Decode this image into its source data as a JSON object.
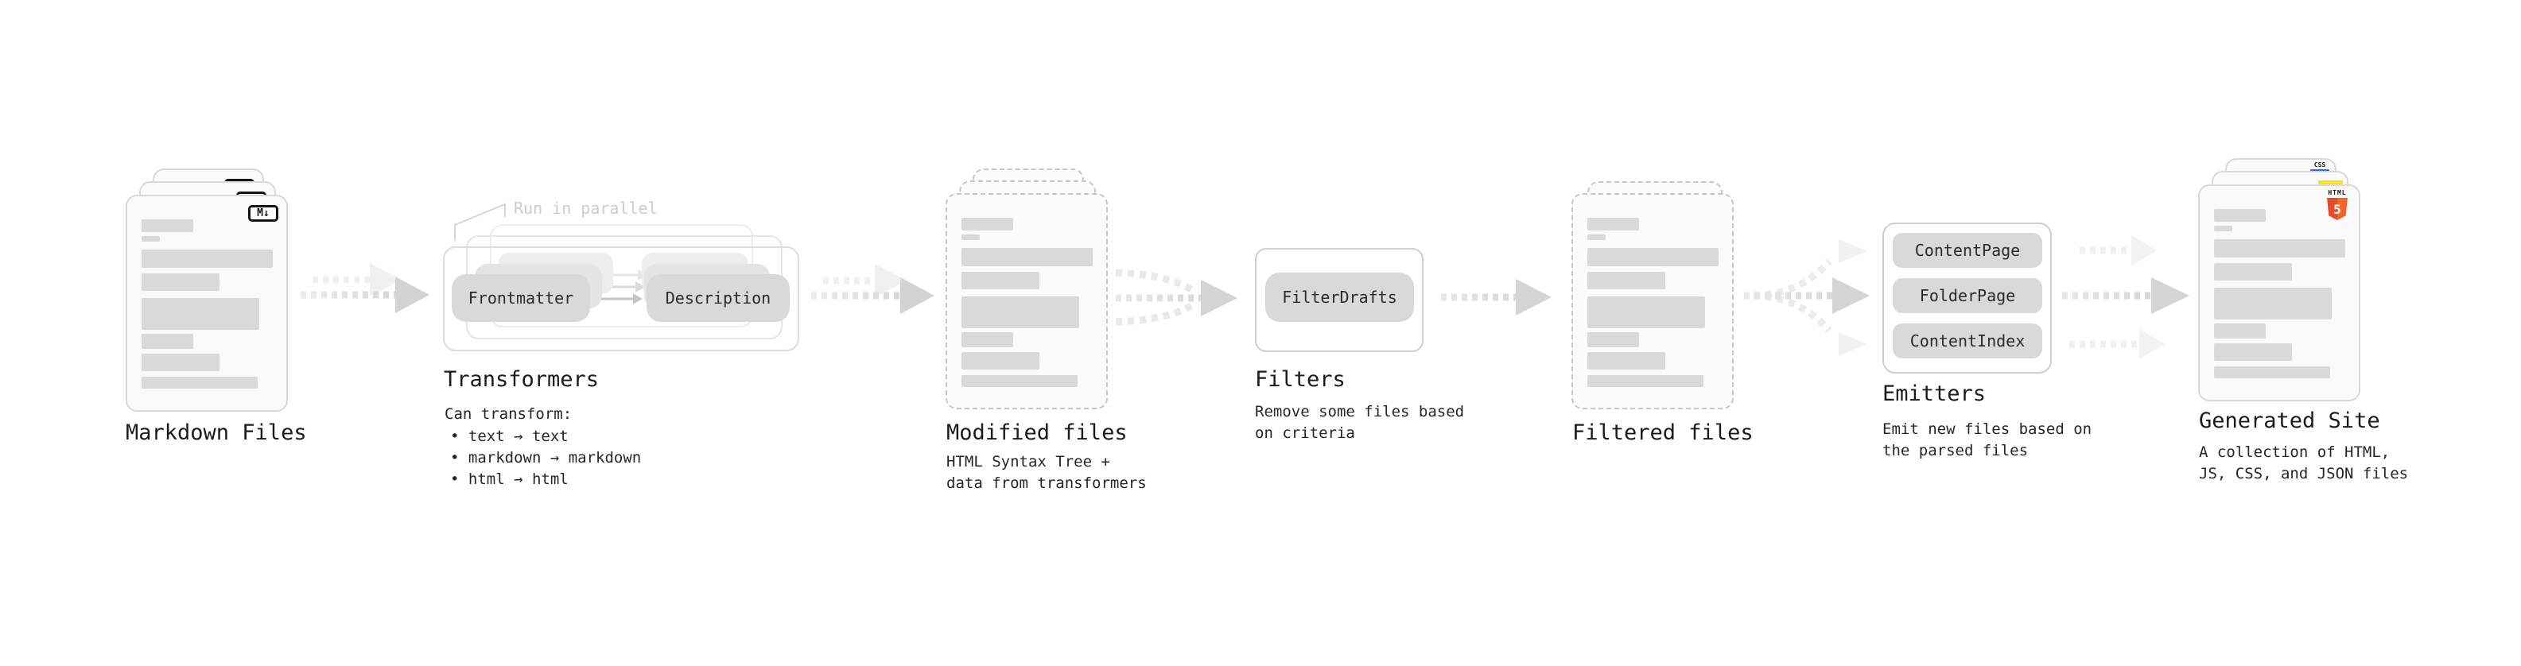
{
  "nodes": {
    "markdown_files": {
      "label": "Markdown Files",
      "badge": "M↓"
    },
    "transformers": {
      "label": "Transformers",
      "parallel_note": "Run in parallel",
      "pill_left": "Frontmatter",
      "pill_right": "Description",
      "desc_heading": "Can transform:",
      "bullets": [
        "• text → text",
        "• markdown → markdown",
        "• html → html"
      ]
    },
    "modified_files": {
      "label": "Modified files",
      "desc": "HTML Syntax Tree +\ndata from transformers"
    },
    "filters": {
      "label": "Filters",
      "pill": "FilterDrafts",
      "desc": "Remove some files based\non criteria"
    },
    "filtered_files": {
      "label": "Filtered files"
    },
    "emitters": {
      "label": "Emitters",
      "pills": [
        "ContentPage",
        "FolderPage",
        "ContentIndex"
      ],
      "desc": "Emit new files based on\nthe parsed files"
    },
    "generated_site": {
      "label": "Generated Site",
      "desc": "A collection of HTML,\nJS, CSS, and JSON files",
      "badge_css": "CSS",
      "badge_html_word": "HTML",
      "badge_html_number": "5"
    }
  },
  "colors": {
    "arrow_main": "#d4d4d4",
    "arrow_ghost": "#efefef",
    "skeleton": "#d9d9d9",
    "pill_bg": "#d9d9d9",
    "html5_orange": "#e44d26",
    "js_yellow": "#ffe31a",
    "css_blue": "#2e6bff"
  }
}
